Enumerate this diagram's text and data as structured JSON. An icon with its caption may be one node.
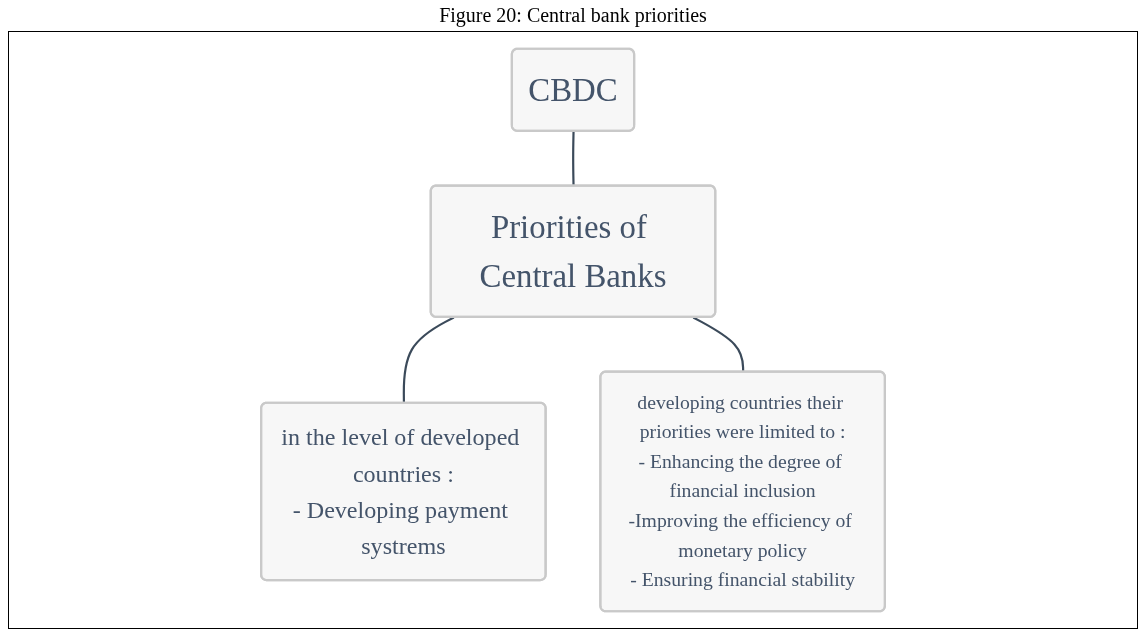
{
  "diagram": {
    "title": "Figure 20: Central bank priorities",
    "nodes": [
      {
        "text": [
          "CBDC"
        ]
      },
      {
        "text": [
          "Priorities of Central Banks"
        ]
      },
      {
        "text": [
          "in the level of developed countries :",
          "- Developing payment systrems"
        ]
      },
      {
        "text": [
          "developing countries their priorities were limited to :",
          "- Enhancing the degree of financial inclusion",
          "-Improving the efficiency of monetary policy",
          "- Ensuring financial stability"
        ]
      }
    ],
    "edges": [
      {
        "from": 0,
        "to": 1,
        "arrow": "none"
      },
      {
        "from": 1,
        "to": 2,
        "arrow": "none"
      },
      {
        "from": 1,
        "to": 3,
        "arrow": "none"
      }
    ]
  }
}
